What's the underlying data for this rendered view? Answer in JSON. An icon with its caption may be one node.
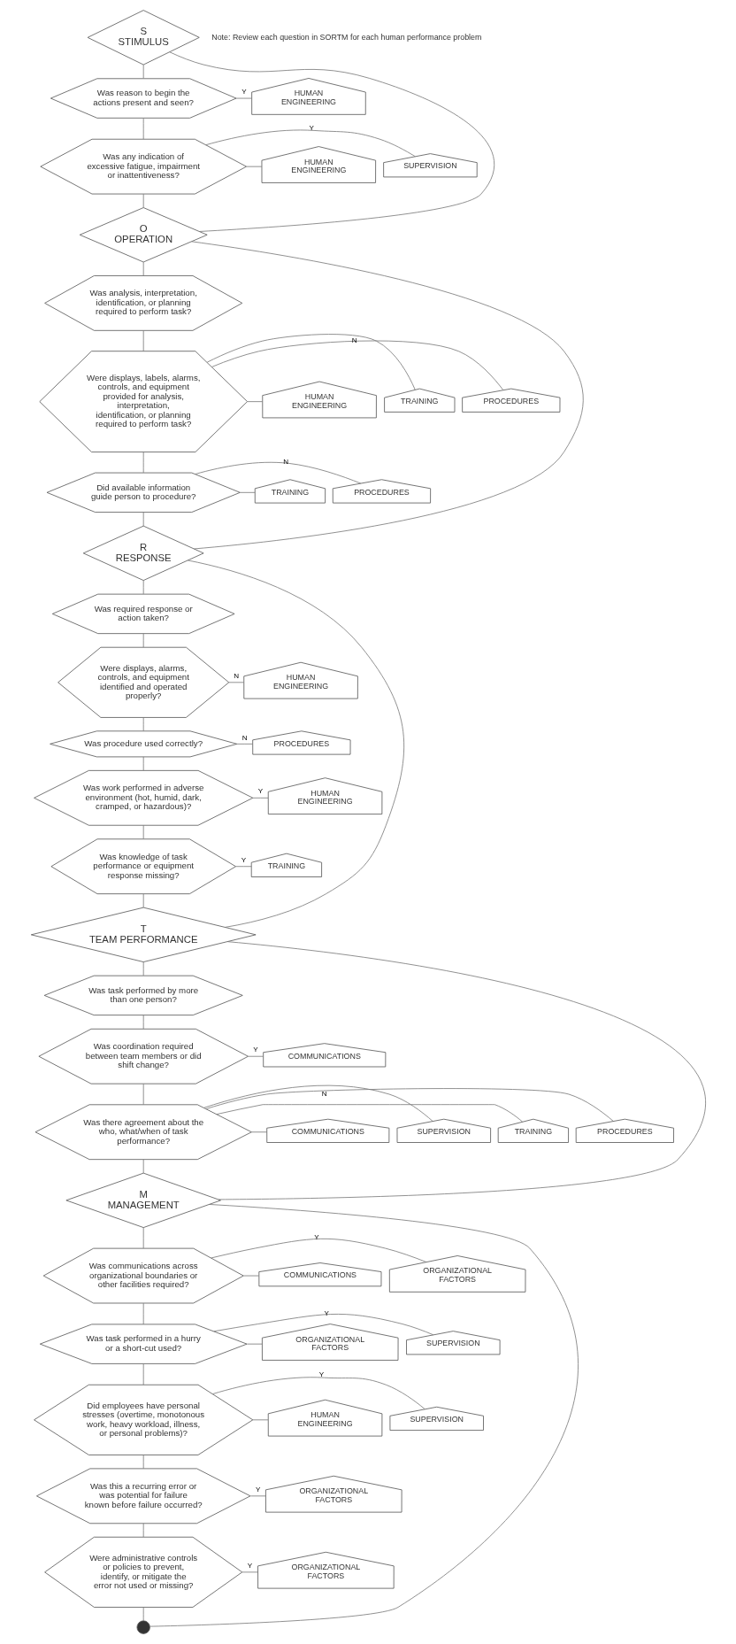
{
  "diagram": {
    "nodes": [
      {
        "text": [
          "S",
          "STIMULUS"
        ]
      },
      {
        "text": [
          "Was reason to begin the actions present and seen?"
        ]
      },
      {
        "text": [
          "HUMAN ENGINEERING"
        ]
      },
      {
        "text": [
          "Was any indication of excessive fatigue, impairment or inattentiveness?"
        ]
      },
      {
        "text": [
          "SUPERVISION"
        ]
      },
      {
        "text": [
          "HUMAN ENGINEERING"
        ]
      },
      {
        "text": [
          "O",
          "OPERATION"
        ]
      },
      {
        "text": [
          "Was analysis, interpretation, identification, or planning required to perform task?"
        ]
      },
      {
        "text": [
          "Were displays, labels, alarms, controls, and equipment provided for analysis, interpretation, identification, or planning required to perform task?"
        ]
      },
      {
        "text": [
          "PROCEDURES"
        ]
      },
      {
        "text": [
          "TRAINING"
        ]
      },
      {
        "text": [
          "HUMAN ENGINEERING"
        ]
      },
      {
        "text": [
          "Did available information guide person to procedure?"
        ]
      },
      {
        "text": [
          "PROCEDURES"
        ]
      },
      {
        "text": [
          "TRAINING"
        ]
      },
      {
        "text": [
          "R",
          "RESPONSE"
        ]
      },
      {
        "text": [
          "Was required response or action taken?"
        ]
      },
      {
        "text": [
          "Were displays, alarms, controls, and equipment identified and operated properly?"
        ]
      },
      {
        "text": [
          "HUMAN ENGINEERING"
        ]
      },
      {
        "text": [
          "Was procedure used correctly?"
        ]
      },
      {
        "text": [
          "PROCEDURES"
        ]
      },
      {
        "text": [
          "Was work performed in adverse environment (hot, humid, dark, cramped, or hazardous)?"
        ]
      },
      {
        "text": [
          "HUMAN ENGINEERING"
        ]
      },
      {
        "text": [
          "Was knowledge of task performance or equipment response missing?"
        ]
      },
      {
        "text": [
          "TRAINING"
        ]
      },
      {
        "text": [
          "T",
          "TEAM PERFORMANCE"
        ]
      },
      {
        "text": [
          "Was task performed by more than one person?"
        ]
      },
      {
        "text": [
          "Was coordination required between team members or did shift change?"
        ]
      },
      {
        "text": [
          "COMMUNICATIONS"
        ]
      },
      {
        "text": [
          "Was there agreement about the who, what/when of task performance?"
        ]
      },
      {
        "text": [
          "PROCEDURES"
        ]
      },
      {
        "text": [
          "TRAINING"
        ]
      },
      {
        "text": [
          "SUPERVISION"
        ]
      },
      {
        "text": [
          "COMMUNICATIONS"
        ]
      },
      {
        "text": [
          "M",
          "MANAGEMENT"
        ]
      },
      {
        "text": [
          "Was communications across organizational boundaries or other facilities required?"
        ]
      },
      {
        "text": [
          "ORGANIZATIONAL FACTORS"
        ]
      },
      {
        "text": [
          "COMMUNICATIONS"
        ]
      },
      {
        "text": [
          "Was task performed in a hurry or a short-cut used?"
        ]
      },
      {
        "text": [
          "SUPERVISION"
        ]
      },
      {
        "text": [
          "ORGANIZATIONAL FACTORS"
        ]
      },
      {
        "text": [
          "Did employees have personal stresses (overtime, monotonous work, heavy workload, illness, or personal problems)?"
        ]
      },
      {
        "text": [
          "SUPERVISION"
        ]
      },
      {
        "text": [
          "HUMAN ENGINEERING"
        ]
      },
      {
        "text": [
          "Was this a recurring error or was potential for failure known before failure occurred?"
        ]
      },
      {
        "text": [
          "ORGANIZATIONAL FACTORS"
        ]
      },
      {
        "text": [
          "Were administrative controls or policies to prevent, identify, or mitigate the error not used or missing?"
        ]
      },
      {
        "text": [
          "ORGANIZATIONAL FACTORS"
        ]
      },
      {
        "text": [],
        "shape": "circle"
      }
    ],
    "edges": [
      {
        "from": 0,
        "to": 1,
        "arrow": "none"
      },
      {
        "from": 1,
        "to": 2,
        "label": "Y",
        "arrow": "none"
      },
      {
        "from": 1,
        "to": 3,
        "arrow": "none"
      },
      {
        "from": 3,
        "to": 4,
        "label": "Y",
        "arrow": "none"
      },
      {
        "from": 3,
        "to": 5,
        "arrow": "none"
      },
      {
        "from": 3,
        "to": 6,
        "arrow": "none"
      },
      {
        "from": 0,
        "to": 6,
        "arrow": "none"
      },
      {
        "from": 6,
        "to": 7,
        "arrow": "none"
      },
      {
        "from": 7,
        "to": 8,
        "arrow": "none"
      },
      {
        "from": 8,
        "to": 9,
        "label": "N",
        "arrow": "none"
      },
      {
        "from": 8,
        "to": 10,
        "arrow": "none"
      },
      {
        "from": 8,
        "to": 11,
        "arrow": "none"
      },
      {
        "from": 8,
        "to": 12,
        "arrow": "none"
      },
      {
        "from": 12,
        "to": 13,
        "label": "N",
        "arrow": "none"
      },
      {
        "from": 12,
        "to": 14,
        "arrow": "none"
      },
      {
        "from": 12,
        "to": 15,
        "arrow": "none"
      },
      {
        "from": 6,
        "to": 15,
        "arrow": "none"
      },
      {
        "from": 15,
        "to": 16,
        "arrow": "none"
      },
      {
        "from": 16,
        "to": 17,
        "arrow": "none"
      },
      {
        "from": 17,
        "to": 18,
        "label": "N",
        "arrow": "none"
      },
      {
        "from": 17,
        "to": 19,
        "arrow": "none"
      },
      {
        "from": 19,
        "to": 20,
        "label": "N",
        "arrow": "none"
      },
      {
        "from": 19,
        "to": 21,
        "arrow": "none"
      },
      {
        "from": 21,
        "to": 22,
        "label": "Y",
        "arrow": "none"
      },
      {
        "from": 21,
        "to": 23,
        "arrow": "none"
      },
      {
        "from": 23,
        "to": 24,
        "label": "Y",
        "arrow": "none"
      },
      {
        "from": 23,
        "to": 25,
        "arrow": "none"
      },
      {
        "from": 15,
        "to": 25,
        "arrow": "none"
      },
      {
        "from": 25,
        "to": 26,
        "arrow": "none"
      },
      {
        "from": 26,
        "to": 27,
        "arrow": "none"
      },
      {
        "from": 27,
        "to": 28,
        "label": "Y",
        "arrow": "none"
      },
      {
        "from": 27,
        "to": 29,
        "arrow": "none"
      },
      {
        "from": 29,
        "to": 30,
        "arrow": "none"
      },
      {
        "from": 29,
        "to": 31,
        "label": "N",
        "arrow": "none"
      },
      {
        "from": 29,
        "to": 32,
        "arrow": "none"
      },
      {
        "from": 29,
        "to": 33,
        "arrow": "none"
      },
      {
        "from": 29,
        "to": 34,
        "arrow": "none"
      },
      {
        "from": 25,
        "to": 34,
        "arrow": "none"
      },
      {
        "from": 34,
        "to": 35,
        "arrow": "none"
      },
      {
        "from": 35,
        "to": 36,
        "label": "Y",
        "arrow": "none"
      },
      {
        "from": 35,
        "to": 37,
        "arrow": "none"
      },
      {
        "from": 35,
        "to": 38,
        "arrow": "none"
      },
      {
        "from": 38,
        "to": 39,
        "label": "Y",
        "arrow": "none"
      },
      {
        "from": 38,
        "to": 40,
        "arrow": "none"
      },
      {
        "from": 38,
        "to": 41,
        "arrow": "none"
      },
      {
        "from": 41,
        "to": 42,
        "label": "Y",
        "arrow": "none"
      },
      {
        "from": 41,
        "to": 43,
        "arrow": "none"
      },
      {
        "from": 41,
        "to": 44,
        "arrow": "none"
      },
      {
        "from": 44,
        "to": 45,
        "label": "Y",
        "arrow": "none"
      },
      {
        "from": 44,
        "to": 46,
        "arrow": "none"
      },
      {
        "from": 46,
        "to": 47,
        "label": "Y",
        "arrow": "none"
      },
      {
        "from": 46,
        "to": 48,
        "arrow": "none"
      },
      {
        "from": 34,
        "to": 48,
        "arrow": "none"
      }
    ],
    "labels": [
      "Note: Review each question in SORTM for each human performance problem"
    ]
  }
}
